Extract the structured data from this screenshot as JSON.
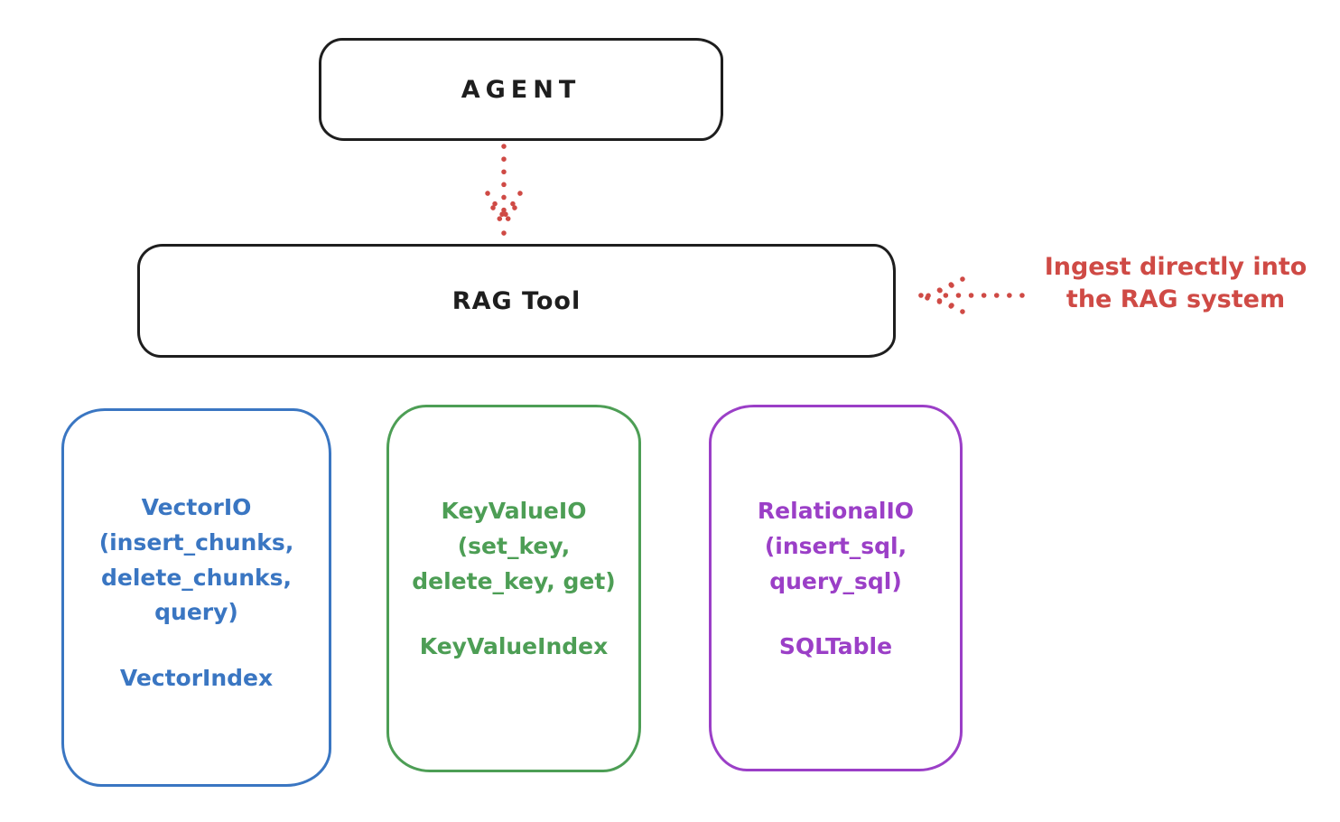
{
  "canvas": {
    "background": "#ffffff",
    "stroke_color": "#1e1e1e"
  },
  "nodes": {
    "agent": {
      "label": "AGENT"
    },
    "rag_tool": {
      "label": "RAG Tool"
    }
  },
  "annotation": {
    "text": "Ingest directly into\nthe RAG system",
    "color": "#cf4a45"
  },
  "arrows": {
    "agent_to_rag": {
      "name": "agent-to-rag-dotted-arrow",
      "direction": "down",
      "color": "#cf4a45"
    },
    "annotation_to_rag": {
      "name": "annotation-to-rag-dotted-arrow",
      "direction": "left",
      "color": "#cf4a45"
    }
  },
  "backends": [
    {
      "id": "vector-io",
      "color": "#3a76c2",
      "title_block": "VectorIO\n(insert_chunks,\ndelete_chunks,\nquery)",
      "index_label": "VectorIndex"
    },
    {
      "id": "keyvalue-io",
      "color": "#4d9e55",
      "title_block": "KeyValueIO\n(set_key,\ndelete_key, get)",
      "index_label": "KeyValueIndex"
    },
    {
      "id": "relational-io",
      "color": "#9b3fc7",
      "title_block": "RelationalIO\n(insert_sql,\nquery_sql)",
      "index_label": "SQLTable"
    }
  ]
}
